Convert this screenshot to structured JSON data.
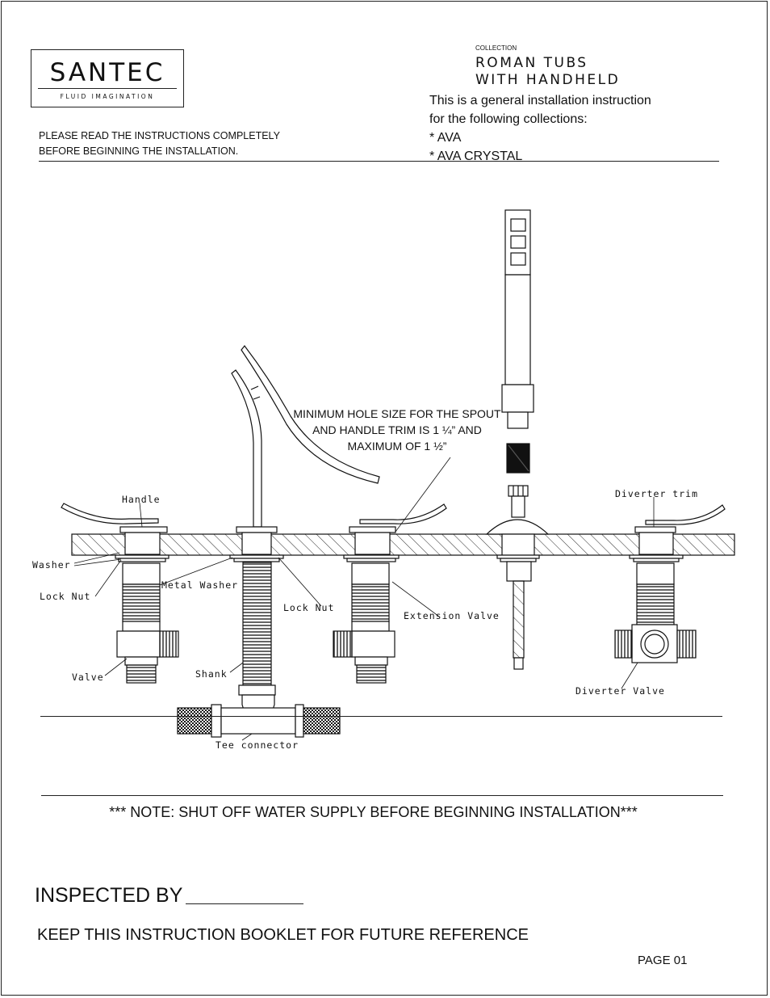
{
  "brand": {
    "name": "SANTEC",
    "tagline": "FLUID IMAGINATION"
  },
  "collection": {
    "label": "COLLECTION",
    "name": "ROMAN TUBS\nWITH HANDHELD"
  },
  "intro": {
    "general": "This is a general installation instruction\nfor the following collections:\n  *  AVA\n  *  AVA CRYSTAL",
    "please_read": "PLEASE READ THE INSTRUCTIONS COMPLETELY\nBEFORE BEGINNING THE INSTALLATION."
  },
  "diagram": {
    "hole_note": [
      "MINIMUM HOLE SIZE FOR THE SPOUT",
      "AND HANDLE TRIM IS  1 ¼” AND",
      "MAXIMUM OF 1 ½”"
    ],
    "labels": {
      "handle": "Handle",
      "washer": "Washer",
      "lock_nut_left": "Lock Nut",
      "metal_washer": "Metal Washer",
      "lock_nut_center": "Lock Nut",
      "extension_valve": "Extension Valve",
      "valve": "Valve",
      "shank": "Shank",
      "tee_connector": "Tee connector",
      "diverter_trim": "Diverter trim",
      "diverter_valve": "Diverter Valve"
    }
  },
  "footer": {
    "note": "*** NOTE: SHUT OFF  WATER SUPPLY BEFORE BEGINNING INSTALLATION***",
    "inspected_by": "INSPECTED BY",
    "keep": "KEEP THIS INSTRUCTION BOOKLET FOR FUTURE REFERENCE",
    "page": "PAGE  01"
  }
}
